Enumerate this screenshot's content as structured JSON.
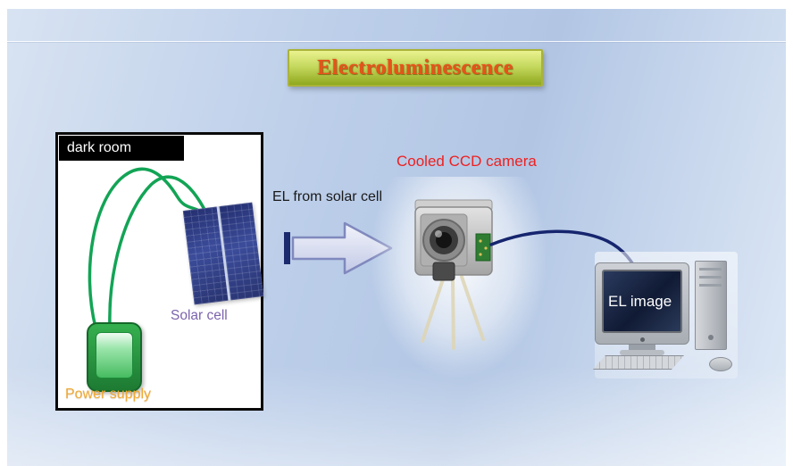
{
  "slide": {
    "title": "Electroluminescence"
  },
  "dark_room": {
    "label": "dark room",
    "solar_cell_label": "Solar cell",
    "power_supply_label": "Power supply"
  },
  "flow": {
    "el_arrow_label": "EL from solar cell"
  },
  "camera": {
    "label": "Cooled CCD camera"
  },
  "computer": {
    "screen_label": "EL image"
  },
  "colors": {
    "title_text": "#e8521a",
    "title_bg_top": "#eaf28e",
    "title_bg_bottom": "#8fa81f",
    "camera_label": "#ee2020",
    "solar_cell_label": "#7c63ad",
    "power_supply_label": "#f0a832",
    "wire_green": "#12a455",
    "cable_navy": "#16256e",
    "arrow_stroke": "#8089bd"
  }
}
